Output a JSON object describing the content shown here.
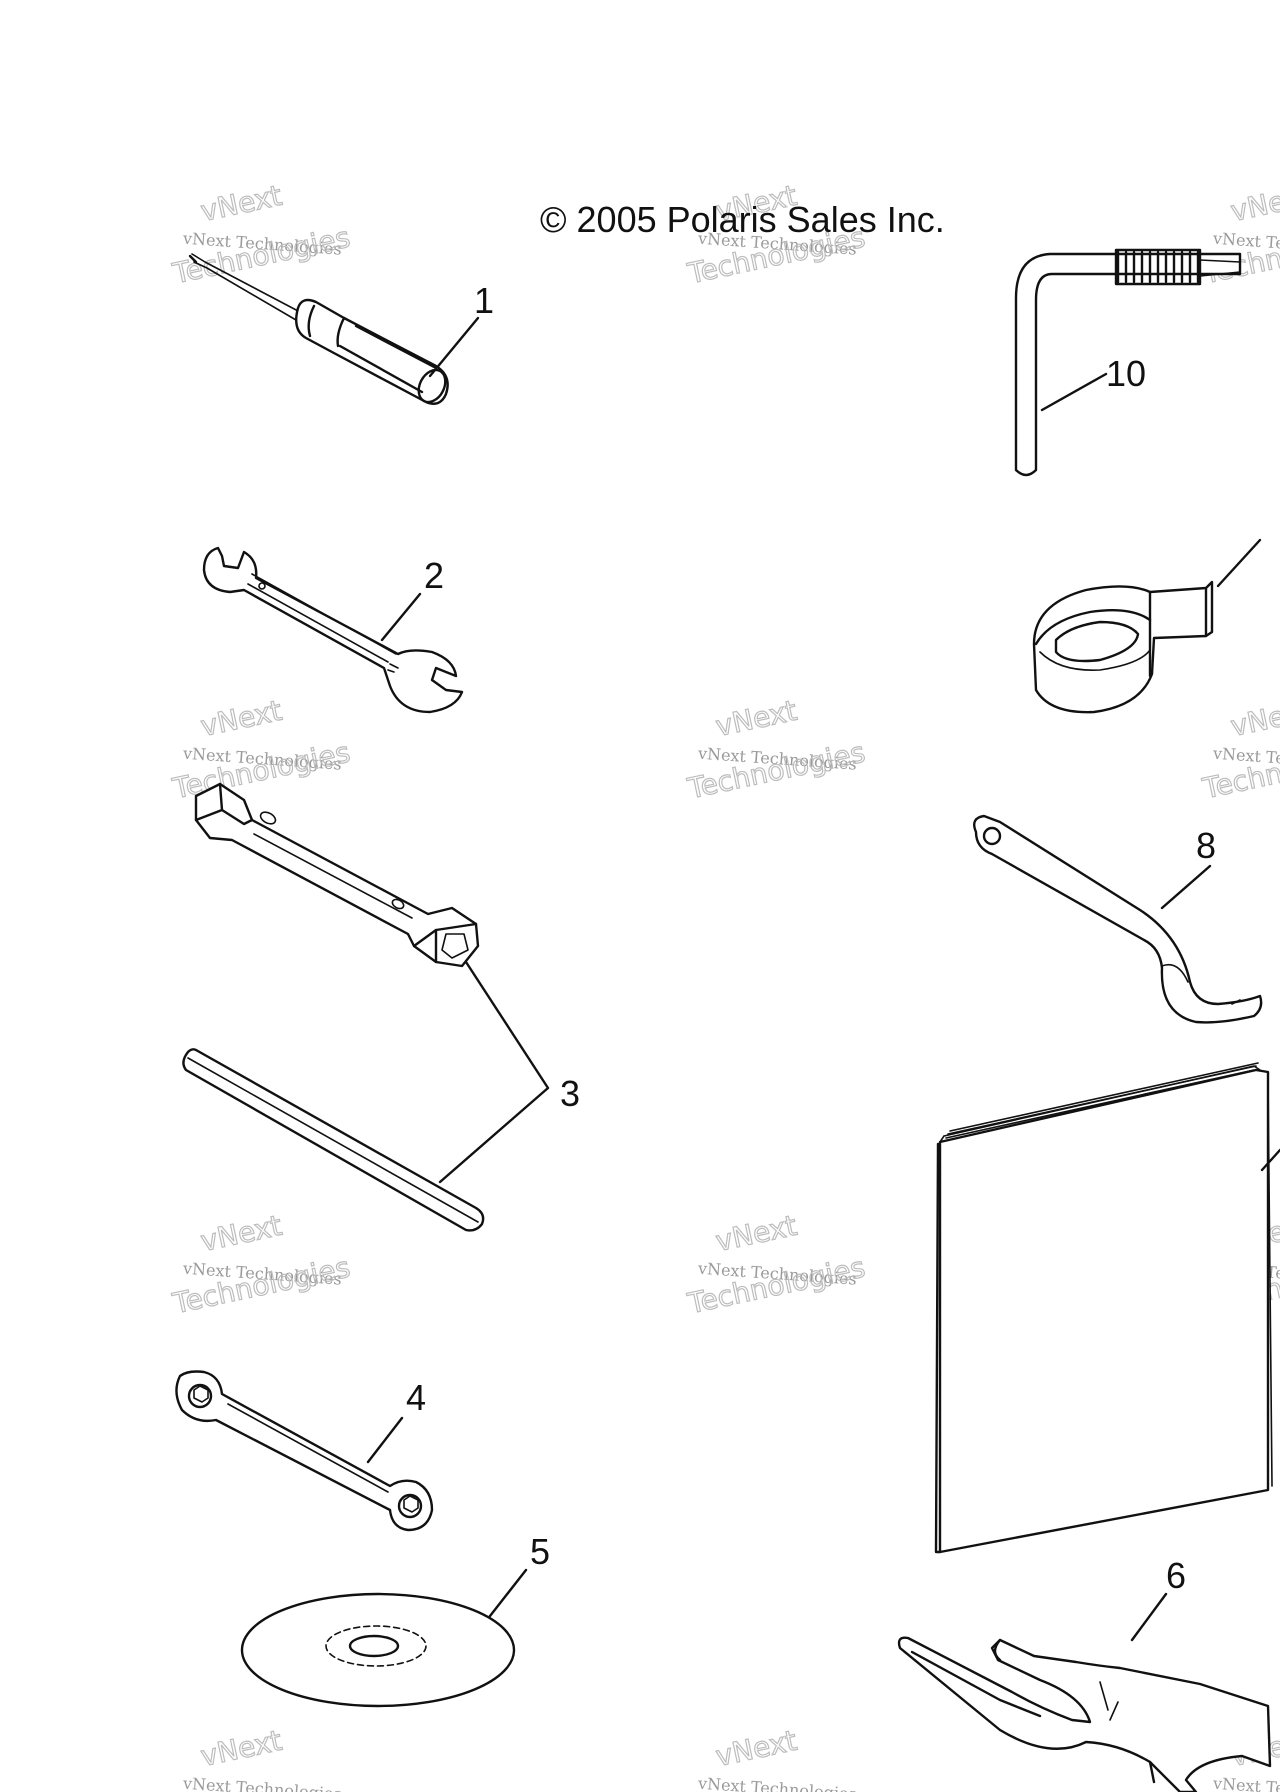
{
  "copyright": "© 2005 Polaris Sales Inc.",
  "watermark": {
    "line1": "vNext",
    "line2": "vNext Technologies",
    "line3": "Technologies"
  },
  "callouts": [
    {
      "id": "1",
      "part": "screwdriver"
    },
    {
      "id": "2",
      "part": "open-end-wrench"
    },
    {
      "id": "3",
      "part": "spark-plug-socket-and-bar"
    },
    {
      "id": "4",
      "part": "box-end-wrench"
    },
    {
      "id": "5",
      "part": "disc"
    },
    {
      "id": "6",
      "part": "clutch-holder-tool"
    },
    {
      "id": "8",
      "part": "spanner-wrench"
    },
    {
      "id": "10",
      "part": "l-handle-tool"
    }
  ],
  "colors": {
    "ink": "#111111",
    "watermark": "#9a9a9a"
  }
}
